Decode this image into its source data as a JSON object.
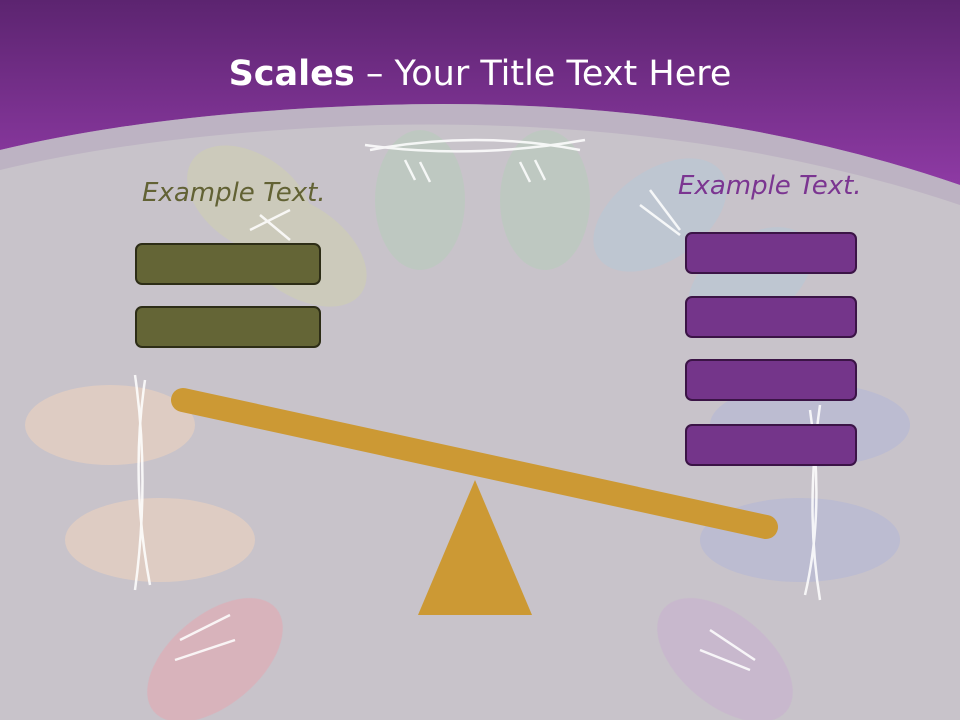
{
  "title": {
    "bold": "Scales",
    "rest": " – Your Title Text Here"
  },
  "left": {
    "label": "Example Text.",
    "boxes": 2
  },
  "right": {
    "label": "Example Text.",
    "boxes": 4
  },
  "colors": {
    "header": "#7a2f8f",
    "background": "#c8c3ca",
    "left_boxes": "#646536",
    "right_boxes": "#74358a",
    "scale": "#cc9934",
    "left_text": "#626234",
    "right_text": "#7b3591"
  }
}
